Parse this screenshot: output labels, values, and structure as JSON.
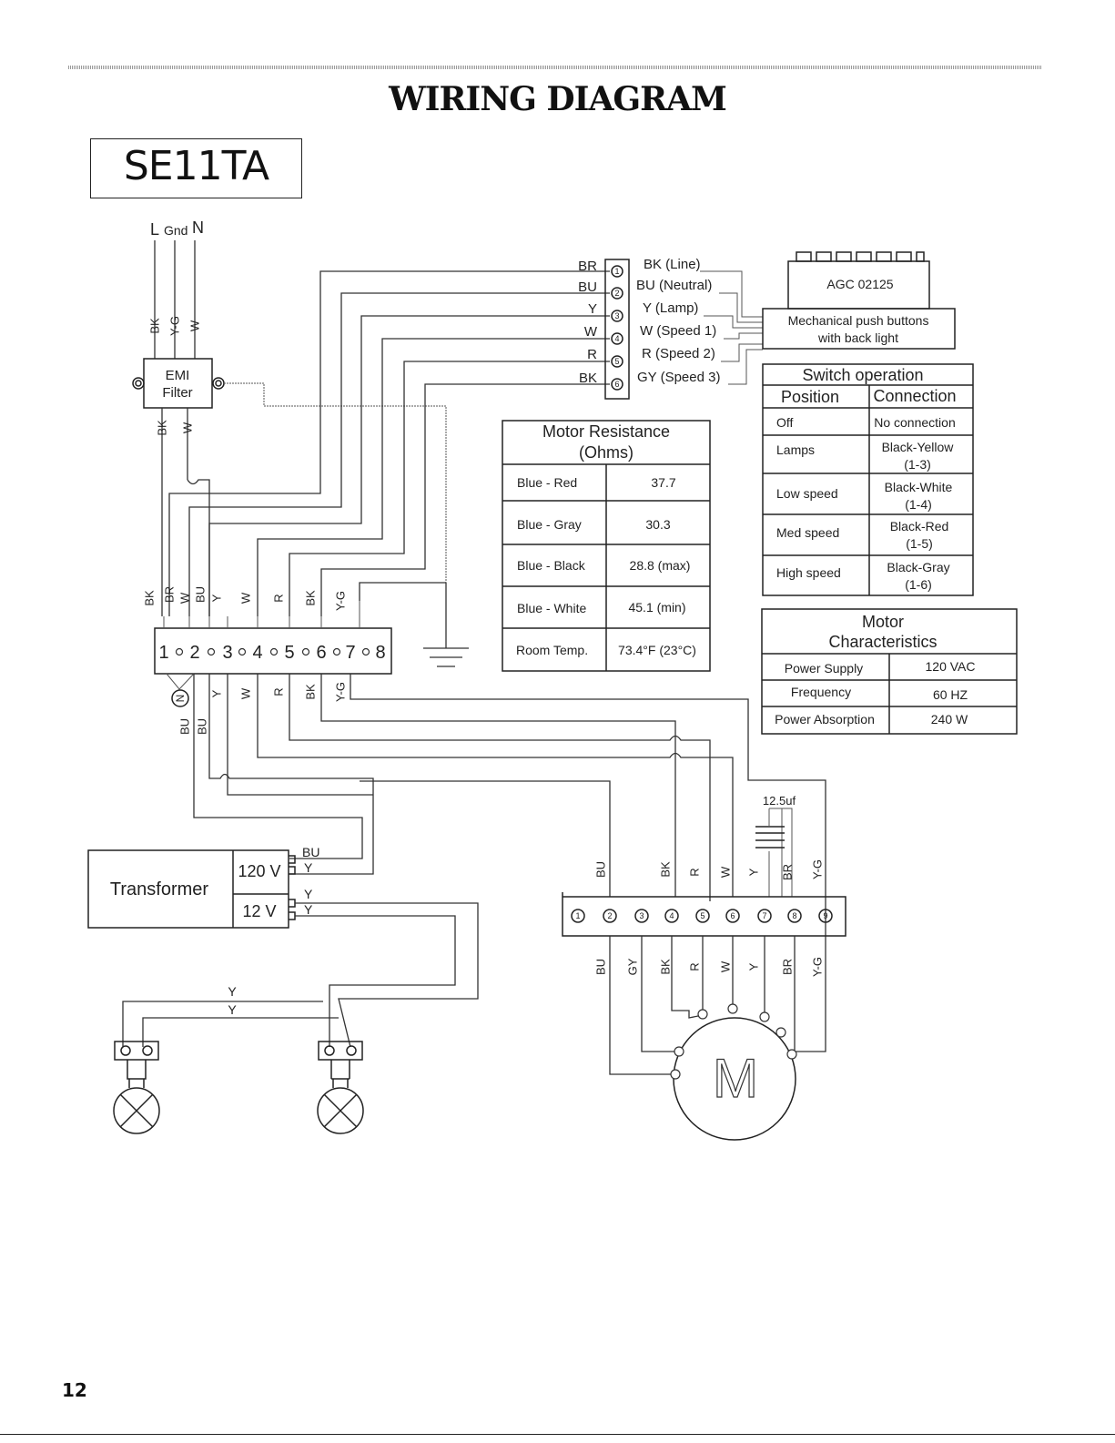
{
  "page": {
    "title": "WIRING DIAGRAM",
    "model": "SE11TA",
    "page_number": "12"
  },
  "mains": {
    "l": "L",
    "gnd": "Gnd",
    "n": "N",
    "wire_labels": [
      "BK",
      "Y-G",
      "W"
    ],
    "out_labels": [
      "BK",
      "W"
    ]
  },
  "emi_filter": {
    "line1": "EMI",
    "line2": "Filter"
  },
  "connector": {
    "left": [
      "BR",
      "BU",
      "Y",
      "W",
      "R",
      "BK"
    ],
    "right": [
      "BK (Line)",
      "BU (Neutral)",
      "Y (Lamp)",
      "W (Speed 1)",
      "R (Speed 2)",
      "GY (Speed 3)"
    ],
    "pins": [
      "1",
      "2",
      "3",
      "4",
      "5",
      "6"
    ]
  },
  "control": {
    "agc": "AGC 02125",
    "buttons_line1": "Mechanical push buttons",
    "buttons_line2": "with back light"
  },
  "switch_table": {
    "title": "Switch operation",
    "headers": [
      "Position",
      "Connection"
    ],
    "rows": [
      {
        "pos": "Off",
        "c1": "No connection",
        "c2": ""
      },
      {
        "pos": "Lamps",
        "c1": "Black-Yellow",
        "c2": "(1-3)"
      },
      {
        "pos": "Low speed",
        "c1": "Black-White",
        "c2": "(1-4)"
      },
      {
        "pos": "Med speed",
        "c1": "Black-Red",
        "c2": "(1-5)"
      },
      {
        "pos": "High speed",
        "c1": "Black-Gray",
        "c2": "(1-6)"
      }
    ]
  },
  "resistance_table": {
    "title1": "Motor Resistance",
    "title2": "(Ohms)",
    "rows": [
      {
        "k": "Blue - Red",
        "v": "37.7"
      },
      {
        "k": "Blue - Gray",
        "v": "30.3"
      },
      {
        "k": "Blue - Black",
        "v": "28.8 (max)"
      },
      {
        "k": "Blue - White",
        "v": "45.1 (min)"
      },
      {
        "k": "Room Temp.",
        "v": "73.4°F (23°C)"
      }
    ]
  },
  "motor_table": {
    "title1": "Motor",
    "title2": "Characteristics",
    "rows": [
      {
        "k": "Power Supply",
        "v": "120 VAC"
      },
      {
        "k": "Frequency",
        "v": "60 HZ"
      },
      {
        "k": "Power Absorption",
        "v": "240 W"
      }
    ]
  },
  "terminal_block": {
    "numbers": [
      "1",
      "2",
      "3",
      "4",
      "5",
      "6",
      "7",
      "8"
    ],
    "top_labels": [
      "BK",
      "BR",
      "W",
      "BU",
      "Y",
      "W",
      "R",
      "BK",
      "Y-G"
    ],
    "bottom_labels": [
      "N",
      "Y",
      "W",
      "R",
      "BK",
      "Y-G"
    ],
    "bu_labels": [
      "BU",
      "BU"
    ]
  },
  "transformer": {
    "name": "Transformer",
    "v120": "120 V",
    "v12": "12 V",
    "wires": [
      "BU",
      "Y",
      "Y",
      "Y"
    ]
  },
  "lamps": {
    "wires": [
      "Y",
      "Y"
    ]
  },
  "motor_block": {
    "capacitor": "12.5uf",
    "top_labels": [
      "BU",
      "BK",
      "R",
      "W",
      "Y",
      "BR",
      "Y-G"
    ],
    "bottom_labels": [
      "BU",
      "GY",
      "BK",
      "R",
      "W",
      "Y",
      "BR",
      "Y-G"
    ],
    "pins": [
      "1",
      "2",
      "3",
      "4",
      "5",
      "6",
      "7",
      "8",
      "9"
    ],
    "motor": "M"
  }
}
